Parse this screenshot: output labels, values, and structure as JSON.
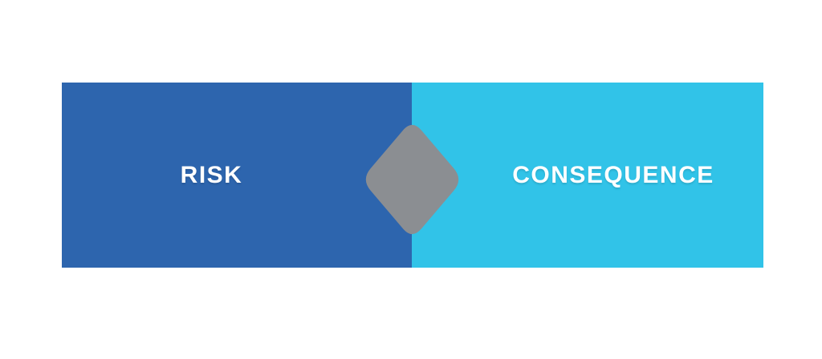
{
  "canvas": {
    "background_color": "#FFFFFF"
  },
  "diagram": {
    "left_box": {
      "label": "RISK",
      "color": "#2D65AE"
    },
    "right_box": {
      "label": "CONSEQUENCE",
      "color": "#31C3E8"
    },
    "connector": {
      "shape": "rounded-diamond",
      "color": "#8B8E92"
    },
    "label_color": "#FFFFFF"
  }
}
